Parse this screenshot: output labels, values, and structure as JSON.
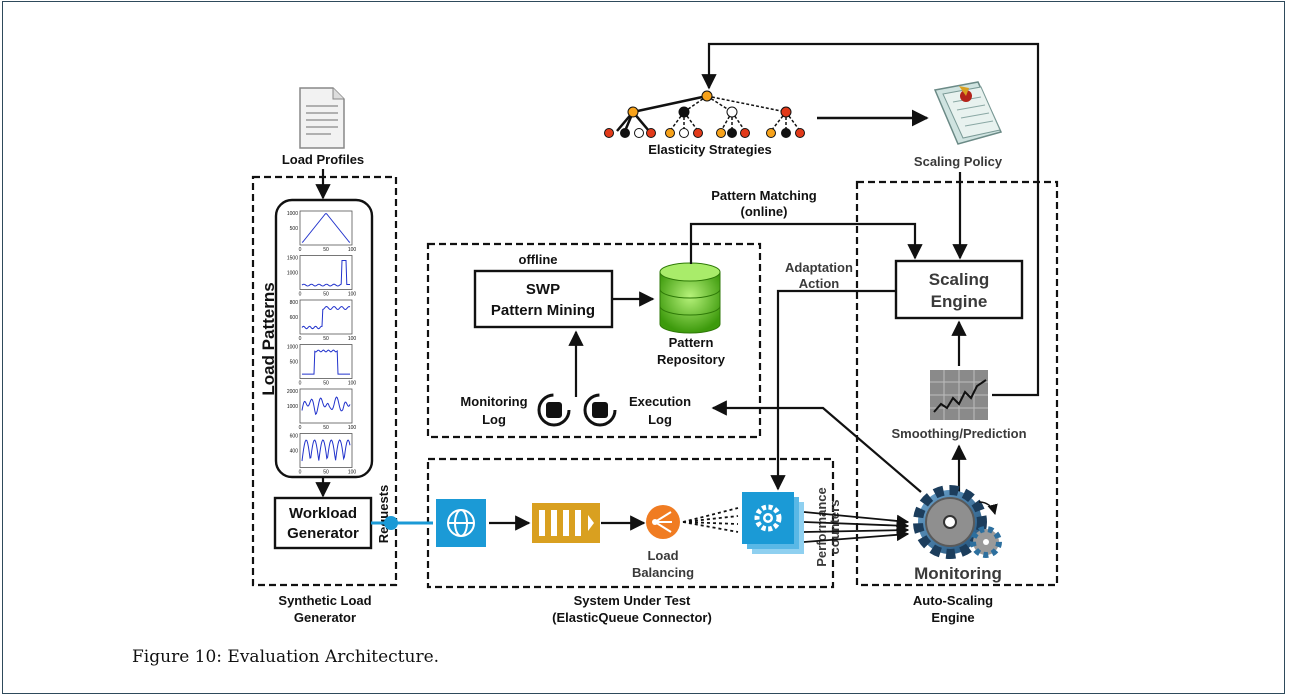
{
  "caption": "Figure 10: Evaluation Architecture.",
  "labels": {
    "load_profiles": "Load Profiles",
    "load_patterns": "Load Patterns",
    "workload_gen_1": "Workload",
    "workload_gen_2": "Generator",
    "requests": "Requests",
    "synthetic_1": "Synthetic Load",
    "synthetic_2": "Generator",
    "elasticity": "Elasticity Strategies",
    "scaling_policy": "Scaling Policy",
    "pattern_matching_1": "Pattern Matching",
    "pattern_matching_2": "(online)",
    "offline": "offline",
    "swp_1": "SWP",
    "swp_2": "Pattern Mining",
    "repo_1": "Pattern",
    "repo_2": "Repository",
    "monitoring_log_1": "Monitoring",
    "monitoring_log_2": "Log",
    "execution_log_1": "Execution",
    "execution_log_2": "Log",
    "adaptation_1": "Adaptation",
    "adaptation_2": "Action",
    "scaling_engine_1": "Scaling",
    "scaling_engine_2": "Engine",
    "smoothing": "Smoothing/Prediction",
    "lb_1": "Load",
    "lb_2": "Balancing",
    "perf_1": "Performance",
    "perf_2": "counters",
    "monitoring": "Monitoring",
    "sut_1": "System Under Test",
    "sut_2": "(ElasticQueue Connector)",
    "ase_1": "Auto-Scaling",
    "ase_2": "Engine"
  },
  "mini_charts": [
    {
      "ymax": "1000",
      "ymid": "500",
      "xticks": [
        "0",
        "50",
        "100"
      ]
    },
    {
      "ymax": "1500",
      "ymid": "1000",
      "xticks": [
        "0",
        "50",
        "100"
      ]
    },
    {
      "ymax": "800",
      "ymid": "600",
      "xticks": [
        "0",
        "50",
        "100"
      ]
    },
    {
      "ymax": "1000",
      "ymid": "500",
      "xticks": [
        "0",
        "50",
        "100"
      ]
    },
    {
      "ymax": "2000",
      "ymid": "1000",
      "xticks": [
        "0",
        "50",
        "100"
      ]
    },
    {
      "ymax": "600",
      "ymid": "400",
      "xticks": [
        "0",
        "50",
        "100"
      ]
    }
  ],
  "colors": {
    "azure_blue": "#1b9ad6",
    "queue_gold": "#d9a020",
    "lb_orange": "#f07c22",
    "db_green": "#5cc21a",
    "gear_blue": "#2d6f9e"
  },
  "icons": [
    "document-icon",
    "globe-icon",
    "queue-icon",
    "load-balancer-icon",
    "gear-service-icon",
    "database-icon",
    "log-cycle-icon",
    "tree-icon",
    "policy-scroll-icon",
    "chart-icon",
    "gears-icon"
  ]
}
